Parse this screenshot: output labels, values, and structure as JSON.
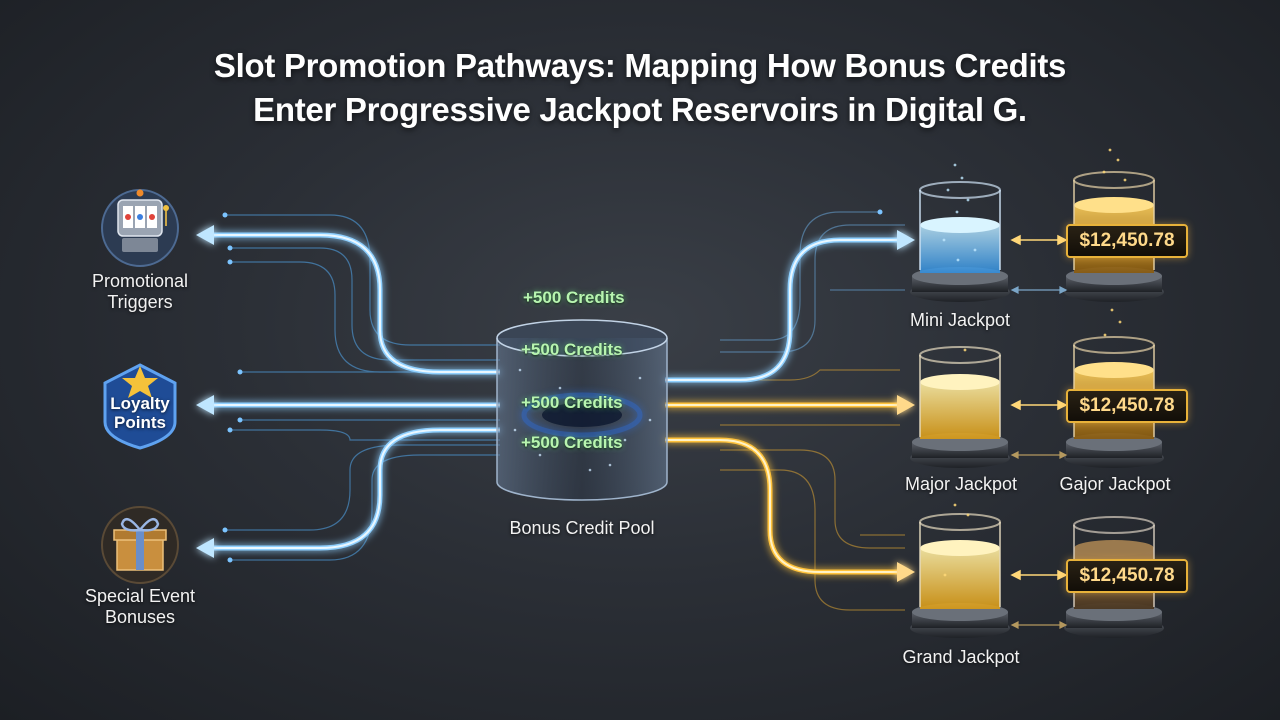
{
  "title": {
    "line1": "Slot Promotion Pathways: Mapping How Bonus Credits",
    "line2": "Enter Progressive Jackpot Reservoirs in Digital G."
  },
  "sources": [
    {
      "label": "Promotional\nTriggers",
      "icon": "slot-machine-icon"
    },
    {
      "label": "Loyalty\nPoints",
      "icon": "loyalty-badge-icon"
    },
    {
      "label": "Special Event\nBonuses",
      "icon": "gift-box-icon"
    }
  ],
  "pool": {
    "label": "Bonus Credit Pool",
    "credits": [
      "+500 Credits",
      "+500 Credits",
      "+500 Credits",
      "+500 Credits"
    ]
  },
  "jackpots": [
    {
      "label": "Mini Jackpot",
      "amount": "$12,450.78"
    },
    {
      "label": "Major Jackpot",
      "amount": "$12,450.78"
    },
    {
      "label": "Grand Jackpot",
      "amount": "$12,450.78"
    }
  ],
  "secondary_label": "Gajor Jackpot",
  "colors": {
    "blue_flow": "#5fb8ff",
    "gold_flow": "#ffc23a",
    "credit_text": "#b8f5b0"
  }
}
